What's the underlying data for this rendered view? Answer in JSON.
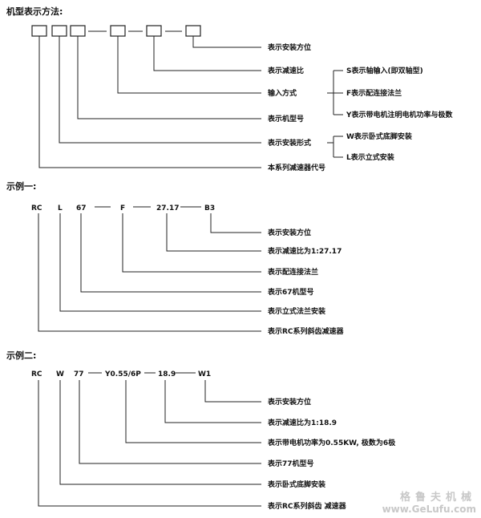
{
  "section1": {
    "title": "机型表示方法:",
    "labels": {
      "mount_direction": "表示安装方位",
      "ratio": "表示减速比",
      "input_mode": "输入方式",
      "model_no": "表示机型号",
      "mount_form": "表示安装形式",
      "series_code": "本系列减速器代号"
    },
    "input_options": [
      "S表示轴输入(即双轴型)",
      "F表示配连接法兰",
      "Y表示带电机注明电机功率与极数"
    ],
    "mount_options": [
      "W表示卧式底脚安装",
      "L表示立式安装"
    ]
  },
  "example1": {
    "title": "示例一:",
    "codes": [
      "RC",
      "L",
      "67",
      "F",
      "27.17",
      "B3"
    ],
    "labels": [
      "表示安装方位",
      "表示减速比为1:27.17",
      "表示配连接法兰",
      "表示67机型号",
      "表示立式法兰安装",
      "表示RC系列斜齿减速器"
    ]
  },
  "example2": {
    "title": "示例二:",
    "codes": [
      "RC",
      "W",
      "77",
      "Y0.55/6P",
      "18.9",
      "W1"
    ],
    "labels": [
      "表示安装方位",
      "表示减速比为1:18.9",
      "表示带电机功率为0.55KW, 极数为6极",
      "表示77机型号",
      "表示卧式底脚安装",
      "表示RC系列斜齿 减速器"
    ]
  },
  "watermark": {
    "name": "格鲁夫机械",
    "url": "www.GeLufu.com"
  }
}
